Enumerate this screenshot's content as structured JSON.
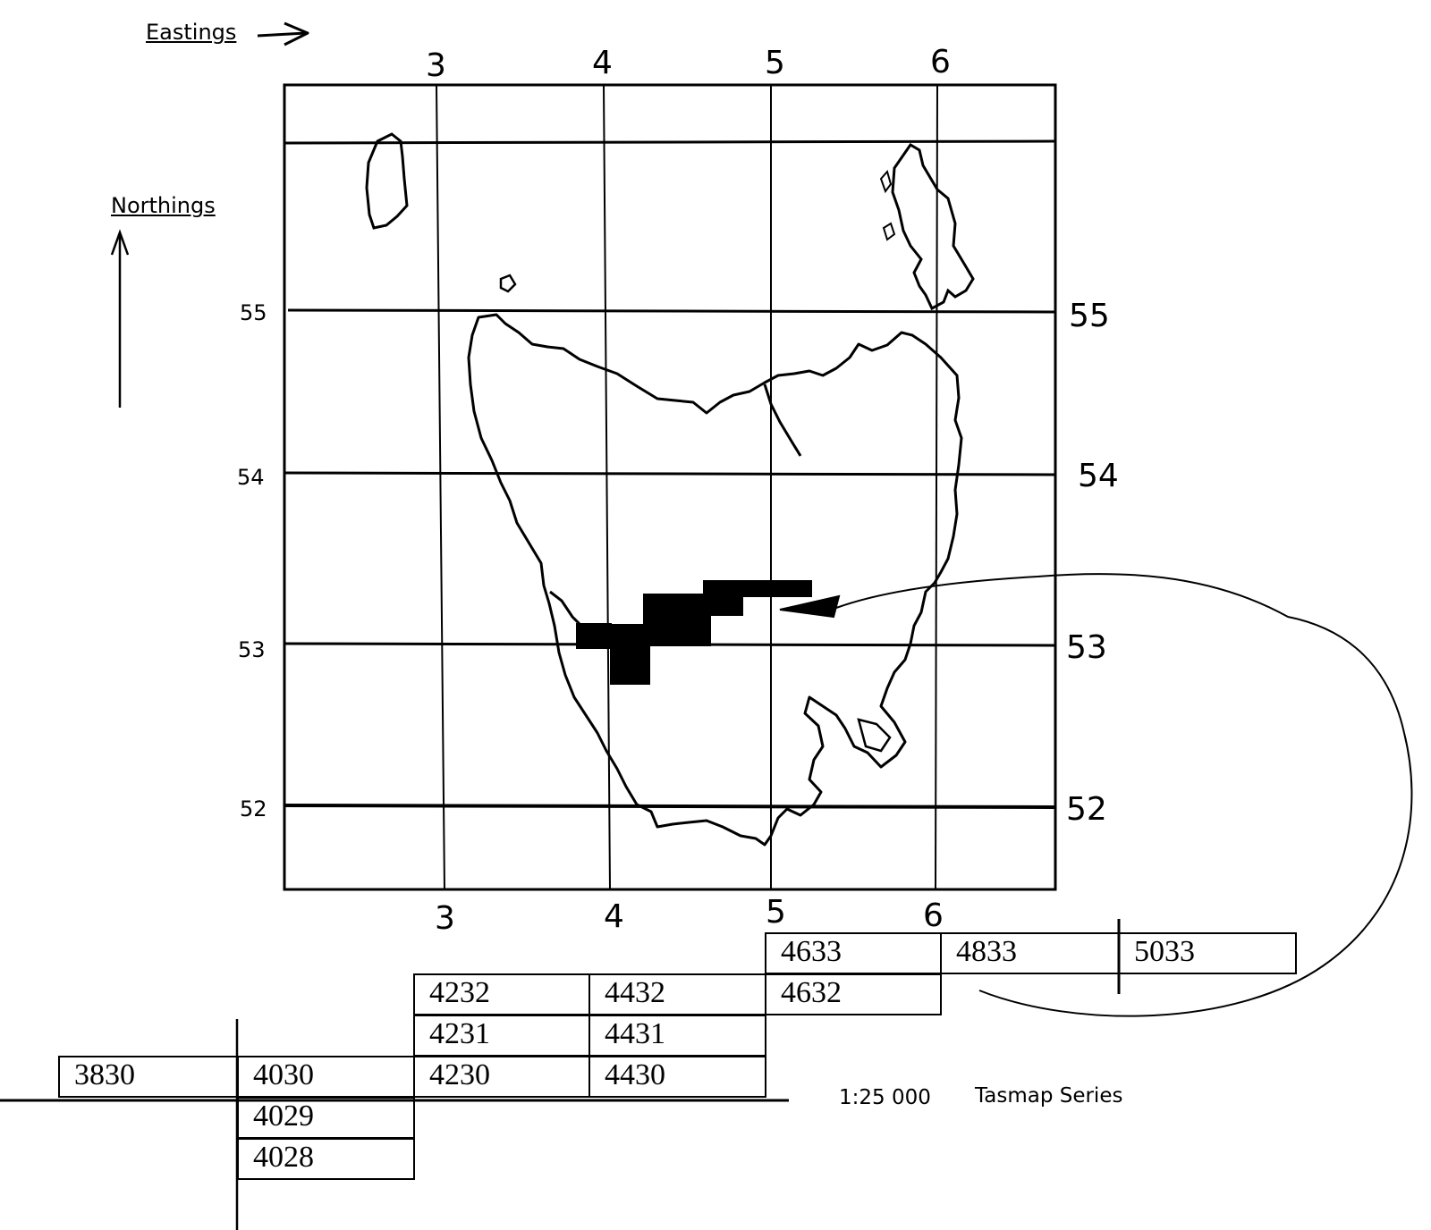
{
  "axes": {
    "eastings_label": "Eastings",
    "northings_label": "Northings",
    "eastings_top": [
      "3",
      "4",
      "5",
      "6"
    ],
    "eastings_bottom": [
      "3",
      "4",
      "5",
      "6"
    ],
    "northings_left": [
      "55",
      "54",
      "53",
      "52"
    ],
    "northings_right": [
      "55",
      "54",
      "53",
      "52"
    ]
  },
  "index_sheets": [
    "4633",
    "4833",
    "5033",
    "4232",
    "4432",
    "4632",
    "4231",
    "4431",
    "3830",
    "4030",
    "4230",
    "4430",
    "4029",
    "4028"
  ],
  "caption": {
    "scale": "1:25 000",
    "series": "Tasmap Series"
  },
  "colors": {
    "ink": "#000000",
    "paper": "#ffffff"
  }
}
